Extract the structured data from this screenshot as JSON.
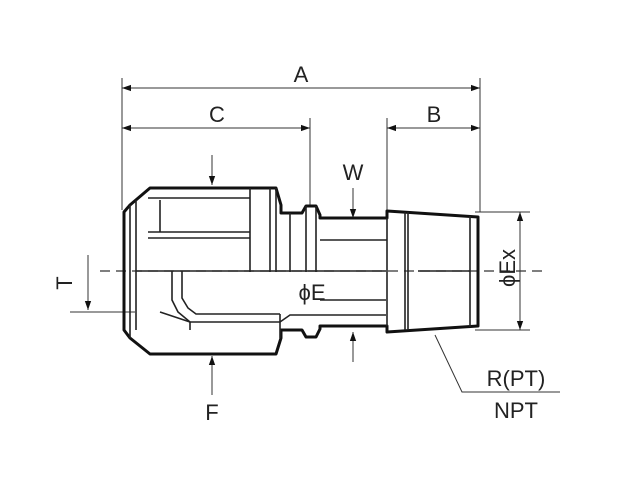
{
  "labels": {
    "A": "A",
    "B": "B",
    "C": "C",
    "W": "W",
    "T": "T",
    "E": "ϕE",
    "Ex": "ϕEx",
    "F": "F",
    "thread_rpt": "R(PT)",
    "thread_npt": "NPT"
  },
  "colors": {
    "line": "#111111",
    "background": "#ffffff"
  }
}
